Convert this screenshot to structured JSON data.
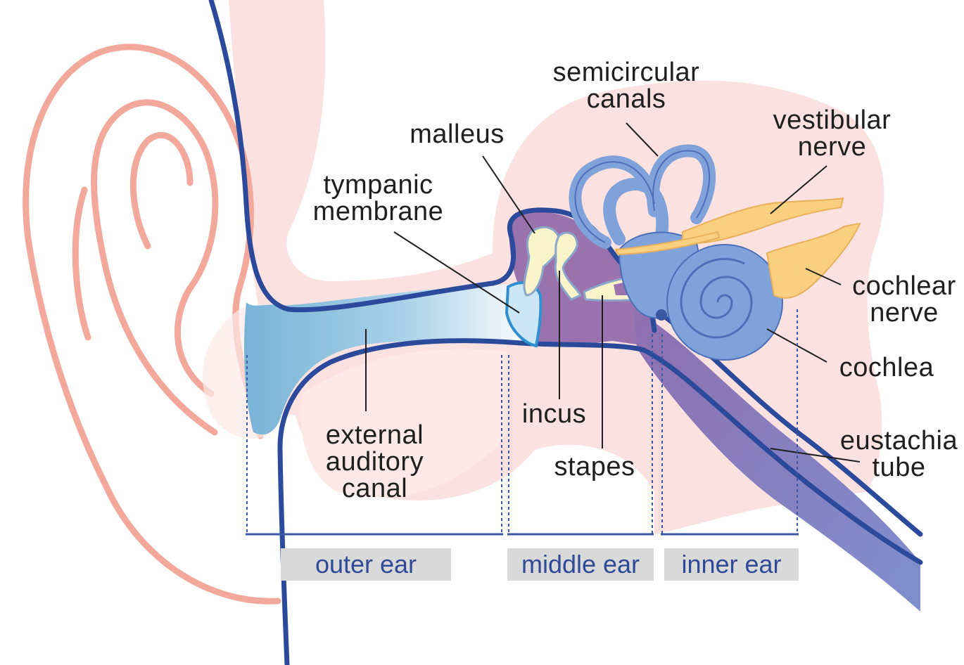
{
  "labels": {
    "semicircular_canals": [
      "semicircular",
      "canals"
    ],
    "malleus": "malleus",
    "vestibular_nerve": [
      "vestibular",
      "nerve"
    ],
    "tympanic_membrane": [
      "tympanic",
      "membrane"
    ],
    "cochlear_nerve": [
      "cochlear",
      "nerve"
    ],
    "cochlea": "cochlea",
    "external_auditory_canal": [
      "external",
      "auditory",
      "canal"
    ],
    "incus": "incus",
    "stapes": "stapes",
    "eustachia_tube": [
      "eustachia",
      "tube"
    ]
  },
  "sections": {
    "outer": "outer ear",
    "middle": "middle ear",
    "inner": "inner ear"
  },
  "colors": {
    "skin": "#fbe2e0",
    "skin_outline": "#f2a89a",
    "vessel_outline": "#2c4a9c",
    "canal_fill": "#7fb7d8",
    "middle_ear_cavity": "#9a72ad",
    "inner_ear": "#7fa2da",
    "bones": "#fbf3c9",
    "nerve": "#f9d07f",
    "section_bar": "#3b56a3",
    "section_label_bg": "#d9d9d9"
  }
}
